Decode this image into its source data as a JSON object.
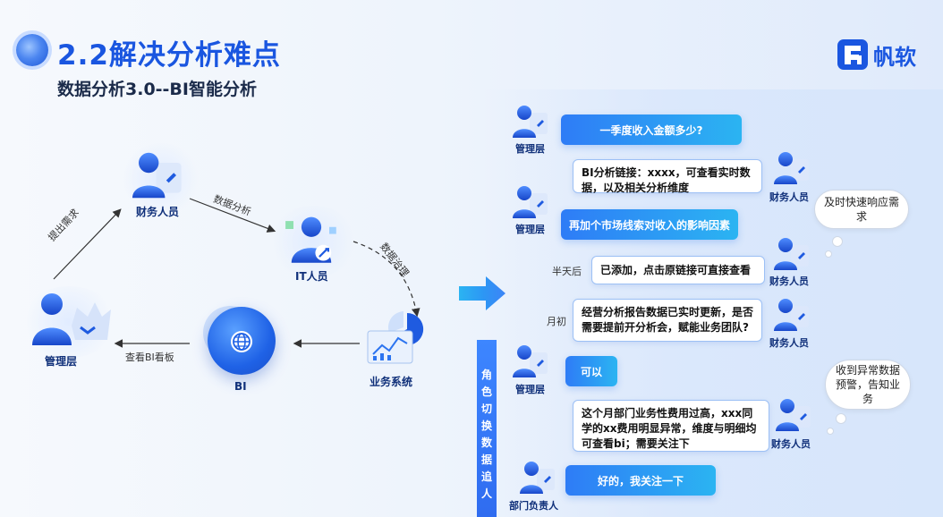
{
  "header": {
    "title": "2.2解决分析难点",
    "subtitle": "数据分析3.0--BI智能分析",
    "logo_text": "帆软"
  },
  "diagram": {
    "nodes": {
      "finance": "财务人员",
      "it": "IT人员",
      "manager": "管理层",
      "bi": "BI",
      "biz": "业务系统"
    },
    "edges": {
      "raise": "提出需求",
      "analysis": "数据分析",
      "governance": "数据治理",
      "view": "查看BI看板"
    }
  },
  "side_bar": {
    "label": [
      "角",
      "色",
      "切",
      "换",
      "数",
      "据",
      "追",
      "人"
    ]
  },
  "chat": {
    "roles": {
      "manager": "管理层",
      "finance": "财务人员",
      "dept": "部门负责人"
    },
    "times": {
      "half_day": "半天后",
      "month_start": "月初"
    },
    "messages": [
      "一季度收入金额多少?",
      "BI分析链接：xxxx，可查看实时数据，以及相关分析维度",
      "再加个市场线索对收入的影响因素",
      "已添加，点击原链接可直接查看",
      "经营分析报告数据已实时更新，是否需要提前开分析会，赋能业务团队?",
      "可以",
      "这个月部门业务性费用过高，xxx同学的xx费用明显异常，维度与明细均可查看bi；需要关注下",
      "好的，我关注一下"
    ],
    "clouds": [
      "及时快速响应需求",
      "收到异常数据预警，告知业务"
    ]
  },
  "colors": {
    "accent": "#1a56e0",
    "bubble_start": "#2e7cf6",
    "bubble_end": "#2bb4f2"
  }
}
